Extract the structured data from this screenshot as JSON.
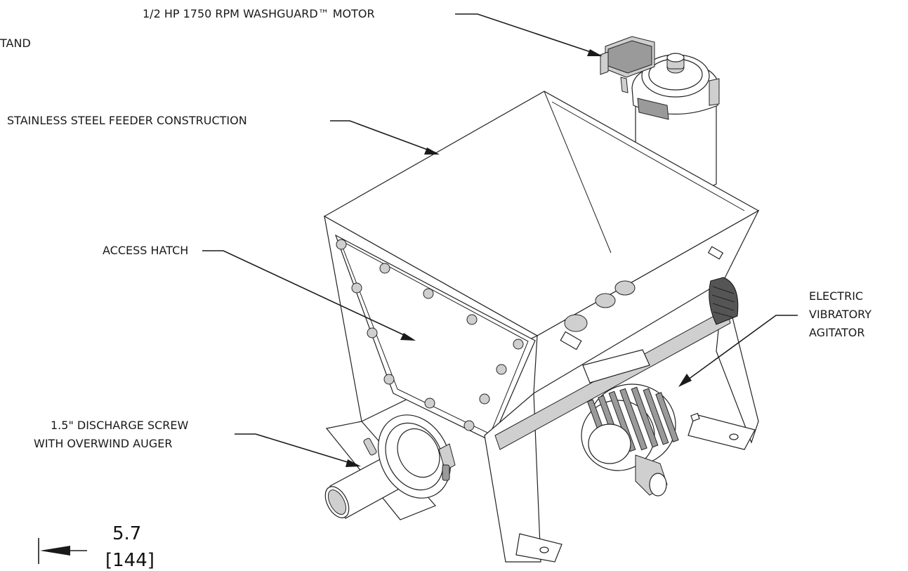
{
  "labels": {
    "motor": "1/2 HP 1750 RPM WASHGUARD™ MOTOR",
    "stand_fragment": "TAND",
    "construction": "STAINLESS STEEL  FEEDER CONSTRUCTION",
    "hatch": "ACCESS HATCH",
    "agitator_line1": "ELECTRIC",
    "agitator_line2": "VIBRATORY",
    "agitator_line3": "AGITATOR",
    "screw_line1": "1.5\" DISCHARGE SCREW",
    "screw_line2": "WITH OVERWIND AUGER"
  },
  "dimension": {
    "value": "5.7",
    "metric": "[144]"
  },
  "colors": {
    "line": "#1a1a1a",
    "fill_light": "#cfcfcf",
    "fill_dark": "#9a9a9a"
  }
}
